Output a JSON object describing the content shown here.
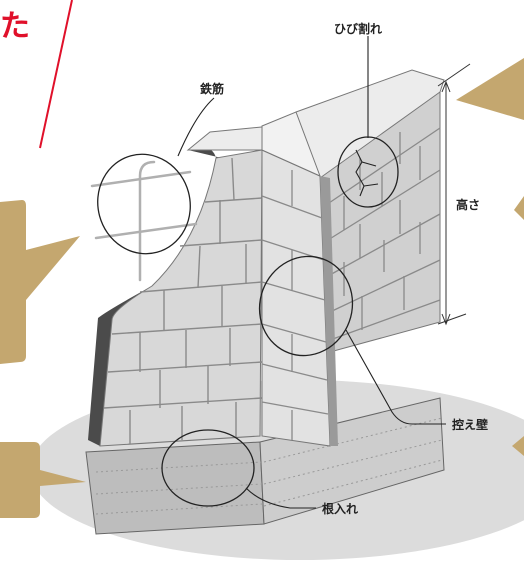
{
  "corner_text": "た",
  "labels": {
    "cracks": "ひび割れ",
    "rebar": "鉄筋",
    "height": "高さ",
    "buttress": "控え壁",
    "embedment": "根入れ"
  },
  "colors": {
    "wall_face": "#d8d8d8",
    "wall_top": "#ececec",
    "wall_dark": "#4b4b4b",
    "mortar": "#8a8a8a",
    "ground": "#dcdcdc",
    "callout_tan": "#c4a76f",
    "accent_red": "#e0102a"
  }
}
